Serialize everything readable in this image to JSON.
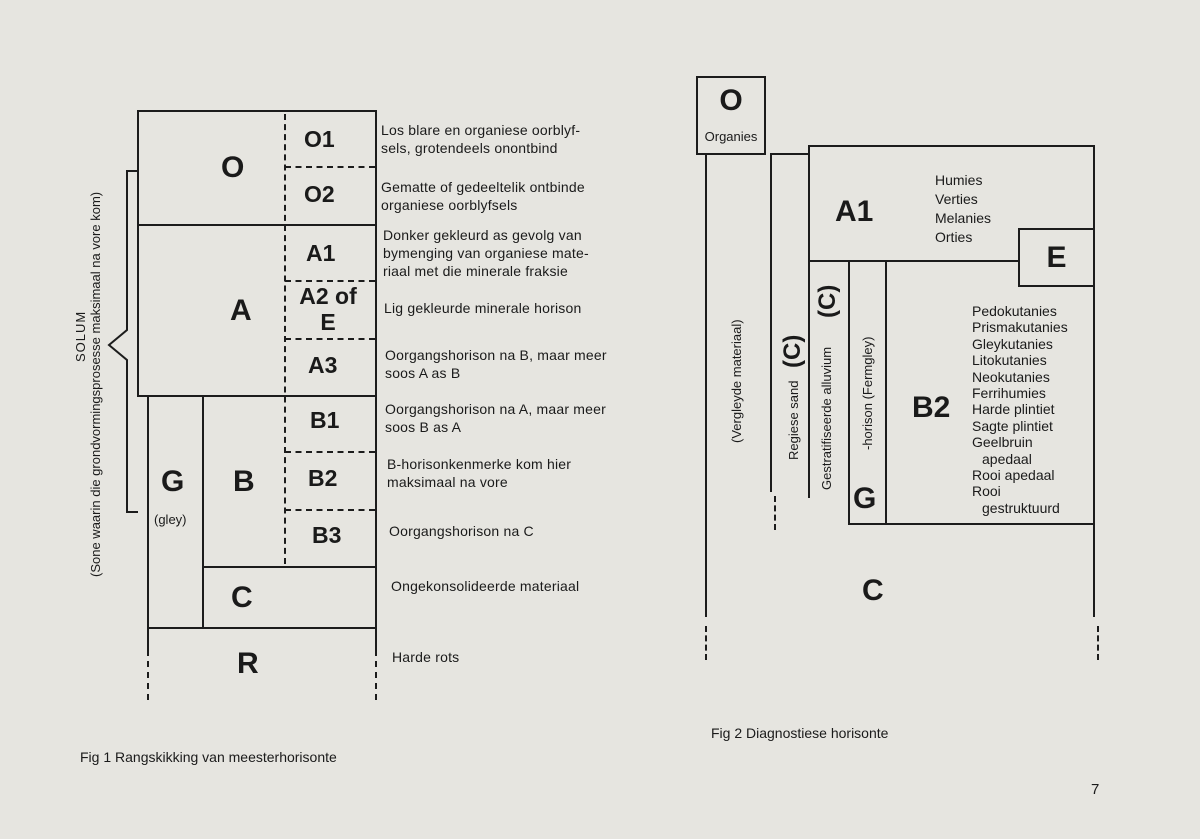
{
  "fig1": {
    "solum_label": "SOLUM",
    "solum_sub": "(Sone waarin die grondvormingsprosesse maksimaal na vore kom)",
    "horizons": {
      "O": "O",
      "A": "A",
      "B": "B",
      "C": "C",
      "R": "R",
      "G": "G",
      "G_sub": "(gley)"
    },
    "sub_horizons": {
      "O1": "O1",
      "O2": "O2",
      "A1": "A1",
      "A2_line1": "A2 of",
      "A2_line2": "E",
      "A3": "A3",
      "B1": "B1",
      "B2": "B2",
      "B3": "B3"
    },
    "descriptions": {
      "O1_l1": "Los blare en organiese oorblyf-",
      "O1_l2": "sels, grotendeels onontbind",
      "O2_l1": "Gematte of gedeeltelik ontbinde",
      "O2_l2": "organiese oorblyfsels",
      "A1_l1": "Donker gekleurd as gevolg van",
      "A1_l2": "bymenging van organiese mate-",
      "A1_l3": "riaal met die minerale fraksie",
      "A2": "Lig gekleurde minerale horison",
      "A3_l1": "Oorgangshorison na B, maar meer",
      "A3_l2": "soos A as B",
      "B1_l1": "Oorgangshorison na A, maar meer",
      "B1_l2": "soos B as A",
      "B2_l1": "B-horisonkenmerke kom hier",
      "B2_l2": "maksimaal na vore",
      "B3": "Oorgangshorison na C",
      "C": "Ongekonsolideerde materiaal",
      "R": "Harde rots"
    },
    "caption": "Fig 1  Rangskikking van meesterhorisonte"
  },
  "fig2": {
    "O": "O",
    "O_label": "Organies",
    "vergleyde": "(Vergleyde materiaal)",
    "regiese": "Regiese sand",
    "regiese_C": "(C)",
    "gestrat": "Gestratifiseerde alluvium",
    "gestrat_C": "(C)",
    "fermgley": "-horison (Fermgley)",
    "G": "G",
    "A1": "A1",
    "A1_list": [
      "Humies",
      "Verties",
      "Melanies",
      "Orties"
    ],
    "E": "E",
    "B2": "B2",
    "B2_list": [
      "Pedokutanies",
      "Prismakutanies",
      "Gleykutanies",
      "Litokutanies",
      "Neokutanies",
      "Ferrihumies",
      "Harde plintiet",
      "Sagte plintiet",
      "Geelbruin",
      "apedaal",
      "Rooi apedaal",
      "Rooi",
      "gestruktuurd"
    ],
    "C": "C",
    "caption": "Fig 2  Diagnostiese horisonte"
  },
  "page_number": "7"
}
